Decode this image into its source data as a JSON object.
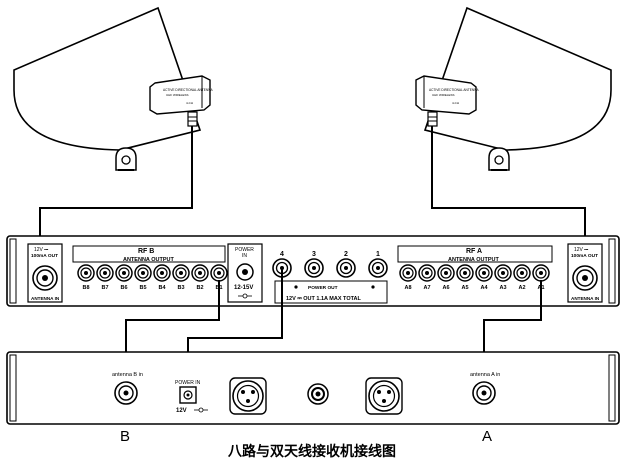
{
  "antennas": [
    {
      "side": "left",
      "module_text": [
        "ACTIVE DIRECTIONAL ANTENNA",
        "UHF WIRELESS",
        "4-CH"
      ]
    },
    {
      "side": "right",
      "module_text": [
        "ACTIVE DIRECTIONAL ANTENNA",
        "UHF WIRELESS",
        "4-CH"
      ]
    }
  ],
  "distributor": {
    "left_port": {
      "line1": "12V ⎓",
      "line2": "100mA OUT",
      "bottom": "ANTENNA IN"
    },
    "right_port": {
      "line1": "12V ⎓",
      "line2": "100mA OUT",
      "bottom": "ANTENNA IN"
    },
    "rf_left": "RF B",
    "rf_right": "RF A",
    "antenna_output": "ANTENNA OUTPUT",
    "b_outputs": [
      "B8",
      "B7",
      "B6",
      "B5",
      "B4",
      "B3",
      "B2",
      "B1"
    ],
    "a_outputs": [
      "A8",
      "A7",
      "A6",
      "A5",
      "A4",
      "A3",
      "A2",
      "A1"
    ],
    "power_in": {
      "title": "POWER",
      "sub": "IN",
      "voltage": "12-15V"
    },
    "power_out": {
      "numbers": [
        "4",
        "3",
        "2",
        "1"
      ],
      "label": "POWER OUT",
      "max": "12V ⎓ OUT 1.1A MAX TOTAL"
    }
  },
  "receiver": {
    "antenna_b": "antenna B in",
    "antenna_a": "antenna A in",
    "power_in": "POWER IN",
    "power_voltage": "12V"
  },
  "labels": {
    "b": "B",
    "a": "A"
  },
  "caption": "八路与双天线接收机接线图"
}
